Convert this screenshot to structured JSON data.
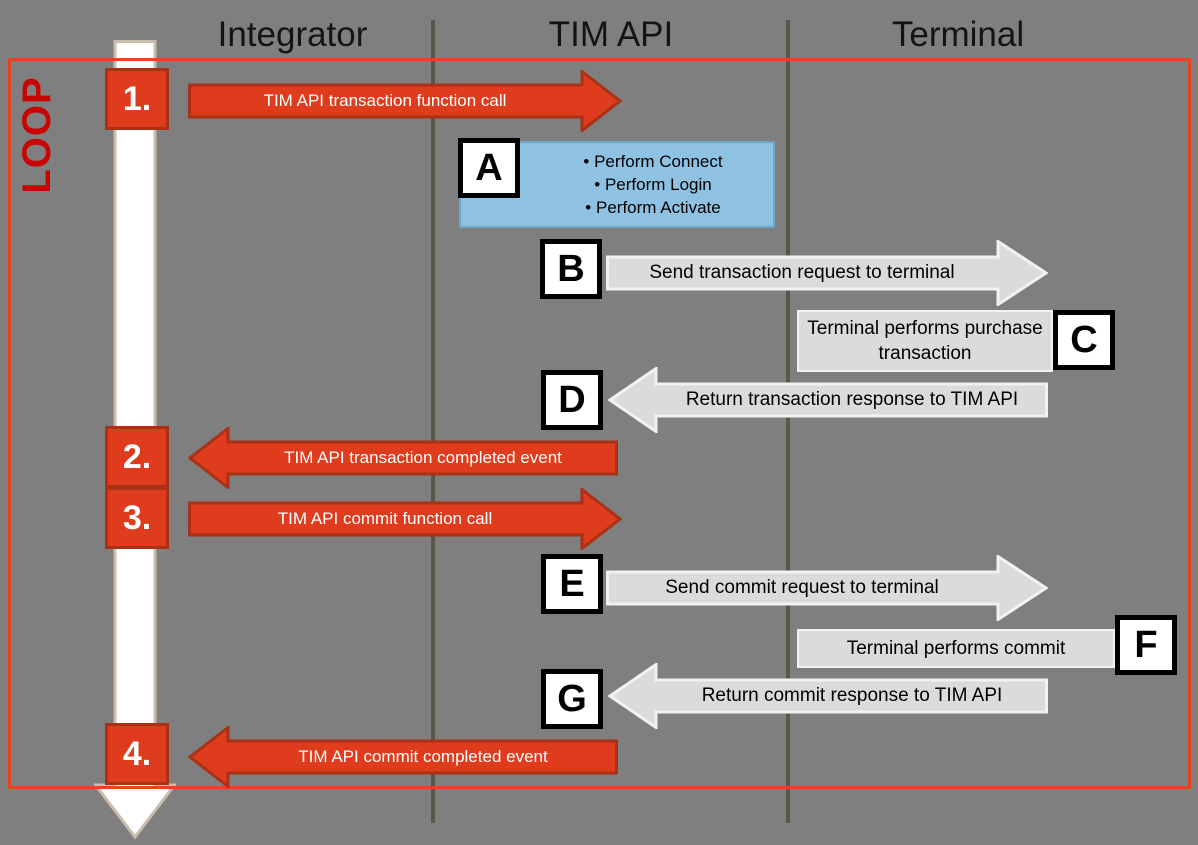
{
  "header": {
    "columns": [
      {
        "label": "Integrator"
      },
      {
        "label": "TIM API"
      },
      {
        "label": "Terminal"
      }
    ]
  },
  "loop": {
    "label": "LOOP"
  },
  "steps": [
    {
      "number": "1.",
      "label": "TIM API transaction function call",
      "direction": "right"
    },
    {
      "number": "2.",
      "label": "TIM API transaction completed event",
      "direction": "left"
    },
    {
      "number": "3.",
      "label": "TIM API commit function call",
      "direction": "right"
    },
    {
      "number": "4.",
      "label": "TIM API commit completed event",
      "direction": "left"
    }
  ],
  "annotations": {
    "a": {
      "letter": "A",
      "items": [
        "Perform Connect",
        "Perform Login",
        "Perform Activate"
      ]
    },
    "b": {
      "letter": "B",
      "label": "Send transaction request to terminal"
    },
    "c": {
      "letter": "C",
      "label": "Terminal performs purchase transaction"
    },
    "d": {
      "letter": "D",
      "label": "Return transaction response to TIM API"
    },
    "e": {
      "letter": "E",
      "label": "Send commit request to terminal"
    },
    "f": {
      "letter": "F",
      "label": "Terminal performs commit"
    },
    "g": {
      "letter": "G",
      "label": "Return commit response to TIM API"
    }
  },
  "colors": {
    "background": "#7F7F7F",
    "red_arrow_fill": "#DE3C1D",
    "red_arrow_border": "#A93116",
    "loop_border": "#E8431D",
    "loop_text": "#C90504",
    "blue_box_fill": "#8FC2E2",
    "blue_box_border": "#6FA6CB",
    "gray_arrow_fill": "#DBDBDB",
    "gray_arrow_border": "#F2F2F2",
    "timeline_fill": "#FFFFFF",
    "timeline_border": "#C9BEAE",
    "divider": "#5C564A"
  }
}
